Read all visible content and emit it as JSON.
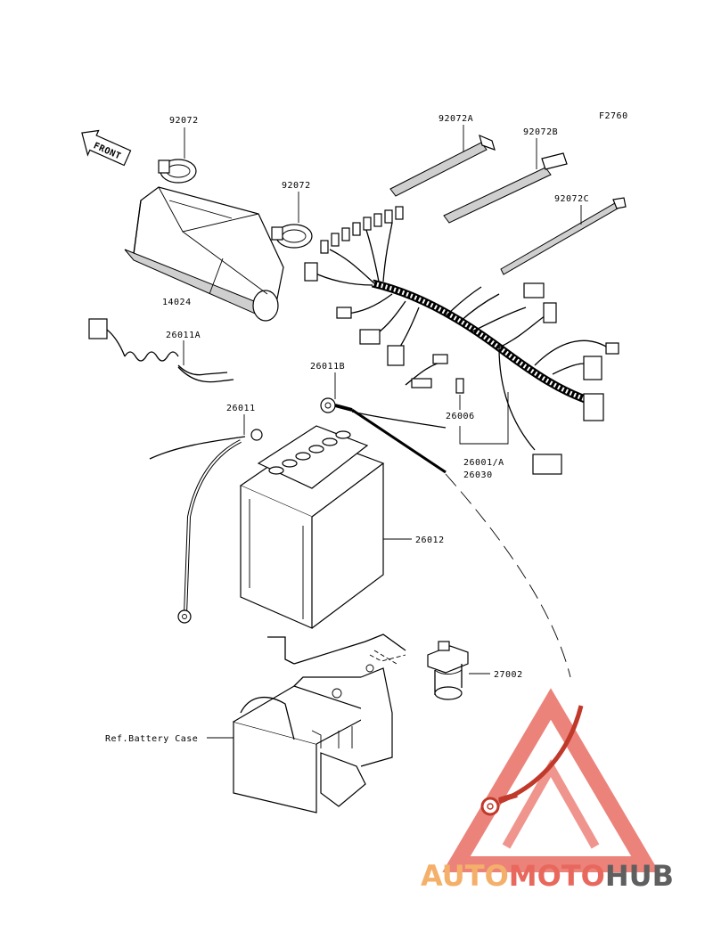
{
  "figure_code": "F2760",
  "front_marker": "FRONT",
  "parts": {
    "clamp_top": "92072",
    "clamp_mid": "92072",
    "cover": "14024",
    "band_a": "92072A",
    "band_b": "92072B",
    "band_c": "92072C",
    "lead_a": "26011A",
    "lead_b": "26011B",
    "lead_plain": "26011",
    "fuse": "26006",
    "harness": "26001/A",
    "harness_alt": "26030",
    "battery": "26012",
    "relay": "27002",
    "case_ref": "Ref.Battery Case"
  },
  "watermark": {
    "part1": "AUTO",
    "part2": "MOTO",
    "part3": "HUB",
    "color_red": "#e8685e",
    "color_orange": "#f4b06a",
    "color_grey": "#5f5f5f"
  }
}
